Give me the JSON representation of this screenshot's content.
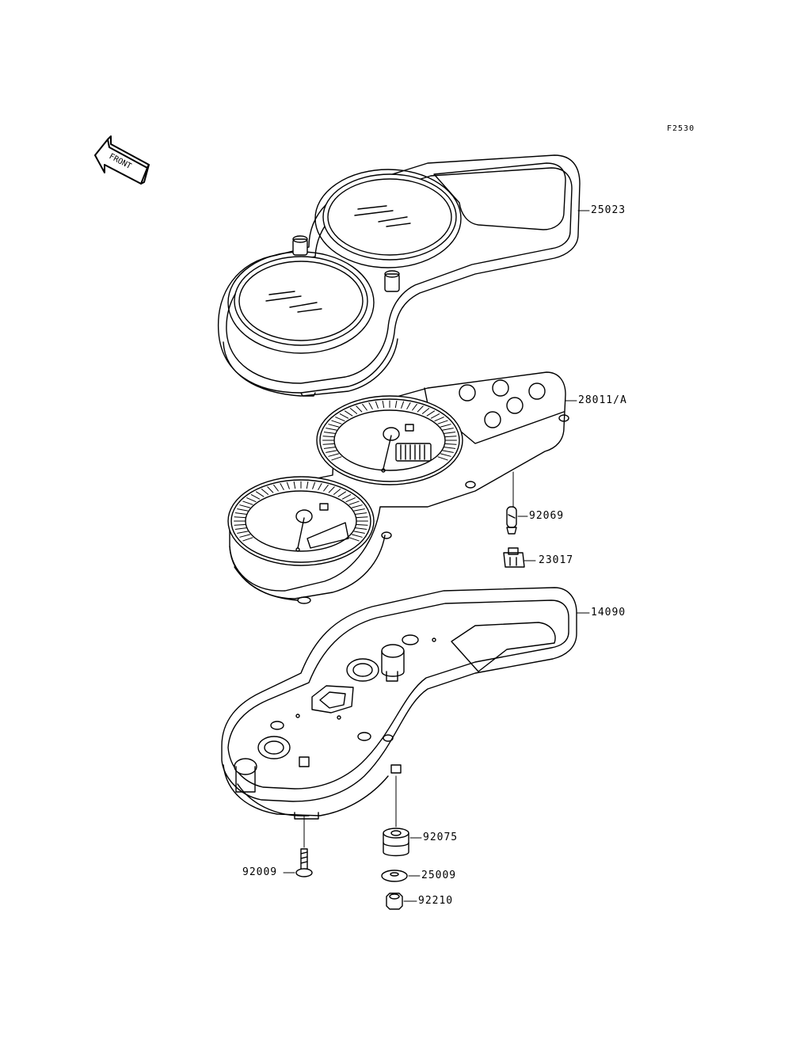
{
  "figure_code": "F2530",
  "front_label": "FRONT",
  "parts": [
    {
      "key": "p25023",
      "number": "25023"
    },
    {
      "key": "p28011",
      "number": "28011/A"
    },
    {
      "key": "p92069",
      "number": "92069"
    },
    {
      "key": "p23017",
      "number": "23017"
    },
    {
      "key": "p14090",
      "number": "14090"
    },
    {
      "key": "p92075",
      "number": "92075"
    },
    {
      "key": "p92009",
      "number": "92009"
    },
    {
      "key": "p25009",
      "number": "25009"
    },
    {
      "key": "p92210",
      "number": "92210"
    }
  ]
}
